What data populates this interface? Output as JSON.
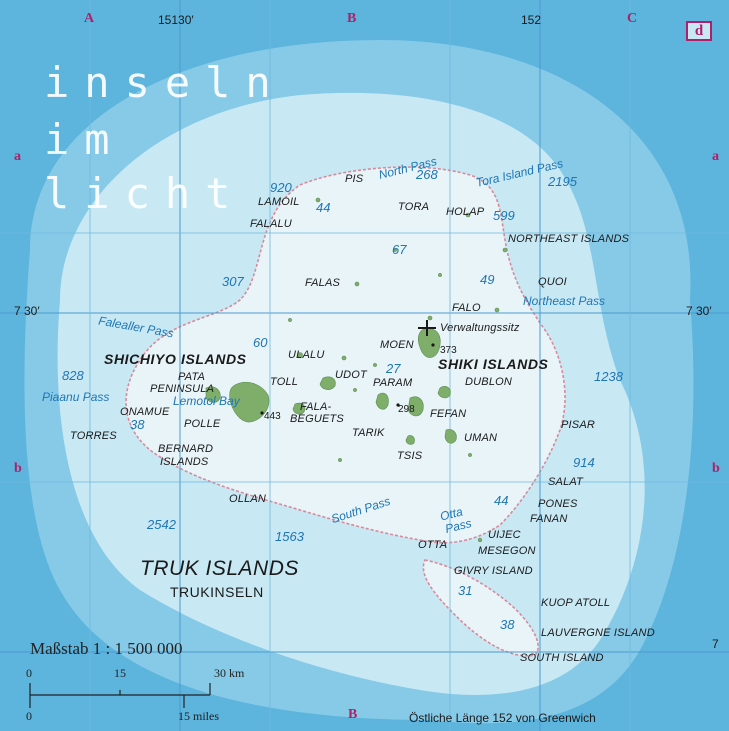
{
  "colors": {
    "deep_water": "#5db4dc",
    "mid_water": "#86cae8",
    "shelf_water": "#c8e8f4",
    "lagoon": "#e8f4f8",
    "land": "#7fae6b",
    "reef": "#d98a9a",
    "grid_letter": "#b0206a",
    "depth_text": "#1e76b4"
  },
  "banner": {
    "line1": "inseln",
    "line2": "im",
    "line3": "licht"
  },
  "grid": {
    "top": {
      "col_a": "A",
      "lon_1": "15130′",
      "col_b": "B",
      "lon_2": "152",
      "col_c": "C"
    },
    "map_ref": "d",
    "rows": {
      "a": "a",
      "b": "b"
    },
    "lat_left": "7 30′",
    "lat_right": "7 30′",
    "lat_right_lower": "7",
    "bottom_b": "B"
  },
  "title": {
    "main": "TRUK ISLANDS",
    "sub": "TRUKINSELN"
  },
  "groups": {
    "shichiyo": "SHICHIYO  ISLANDS",
    "shiki": "SHIKI  ISLANDS"
  },
  "places": {
    "pis": "PIS",
    "lamoil": "LAMOIL",
    "falalu": "FALALU",
    "tora": "TORA",
    "holap": "HOLAP",
    "northeast_islands": "NORTHEAST ISLANDS",
    "falas": "FALAS",
    "quoi": "QUOI",
    "falo": "FALO",
    "verwaltungssitz": "Verwaltungssitz",
    "moen": "MOEN",
    "ulalu": "ULALU",
    "udot": "UDOT",
    "toll": "TOLL",
    "pata_peninsula_1": "PATA",
    "pata_peninsula_2": "PENINSULA",
    "onamue": "ONAMUE",
    "polle": "POLLE",
    "fala_beguets_1": "FALA-",
    "fala_beguets_2": "BEGUETS",
    "param": "PARAM",
    "dublon": "DUBLON",
    "tarik": "TARIK",
    "fefan": "FEFAN",
    "uman": "UMAN",
    "tsis": "TSIS",
    "torres": "TORRES",
    "bernard_islands_1": "BERNARD",
    "bernard_islands_2": "ISLANDS",
    "pisar": "PISAR",
    "salat": "SALAT",
    "pones": "PONES",
    "fanan": "FANAN",
    "uijec": "UIJEC",
    "otta": "OTTA",
    "mesegon": "MESEGON",
    "givry_island": "GIVRY ISLAND",
    "kuop_atoll": "KUOP ATOLL",
    "lauvergne_island": "LAUVERGNE ISLAND",
    "south_island": "SOUTH ISLAND",
    "ollan": "OLLAN"
  },
  "elevations": {
    "moen": "373",
    "tol": "443",
    "fefan": "298"
  },
  "passes": {
    "north": "North Pass",
    "tora_island": "Tora Island Pass",
    "northeast": "Northeast Pass",
    "falealler": "Falealler Pass",
    "piaanu": "Piaanu Pass",
    "lemotol_bay": "Lemotol Bay",
    "south": "South Pass",
    "otta_1": "Otta",
    "otta_2": "Pass"
  },
  "depths": {
    "d268": "268",
    "d2195": "2195",
    "d920": "920",
    "d44_n": "44",
    "d599": "599",
    "d67": "67",
    "d49": "49",
    "d307": "307",
    "d60": "60",
    "d27": "27",
    "d828": "828",
    "d38_w": "38",
    "d1238": "1238",
    "d914": "914",
    "d44_s": "44",
    "d2542": "2542",
    "d1563": "1563",
    "d31": "31",
    "d38_s": "38"
  },
  "scale": {
    "title": "Maßstab 1 : 1 500 000",
    "km_0": "0",
    "km_15": "15",
    "km_30": "30 km",
    "mi_0": "0",
    "mi_15": "15 miles"
  },
  "credit": "Östliche Länge 152 von Greenwich"
}
